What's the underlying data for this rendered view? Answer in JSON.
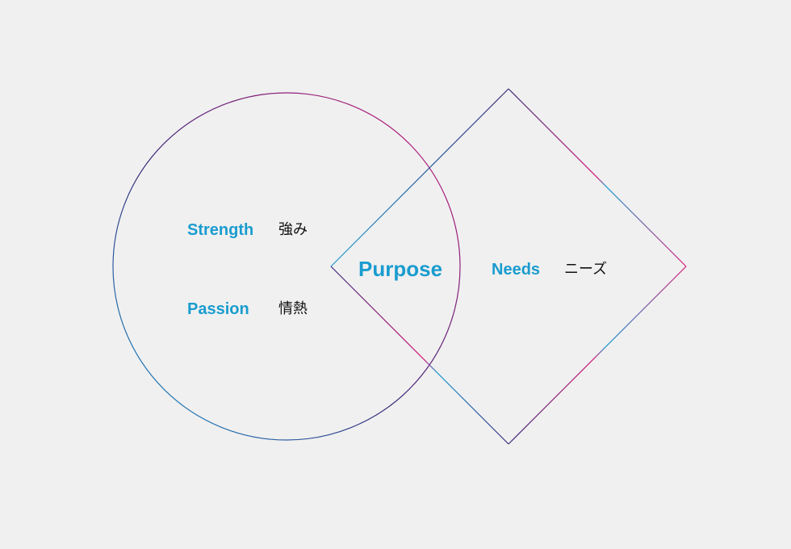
{
  "diagram": {
    "colors": {
      "background": "#f0f0f0",
      "accent_blue": "#1a9ccf",
      "accent_magenta": "#d4187a",
      "accent_purple": "#3a2a7a",
      "text_dark": "#111111"
    },
    "circle": {
      "items": [
        {
          "label": "Strength",
          "jp": "強み"
        },
        {
          "label": "Passion",
          "jp": "情熱"
        }
      ]
    },
    "center": {
      "label": "Purpose"
    },
    "diamond": {
      "items": [
        {
          "label": "Needs",
          "jp": "ニーズ"
        }
      ]
    }
  }
}
